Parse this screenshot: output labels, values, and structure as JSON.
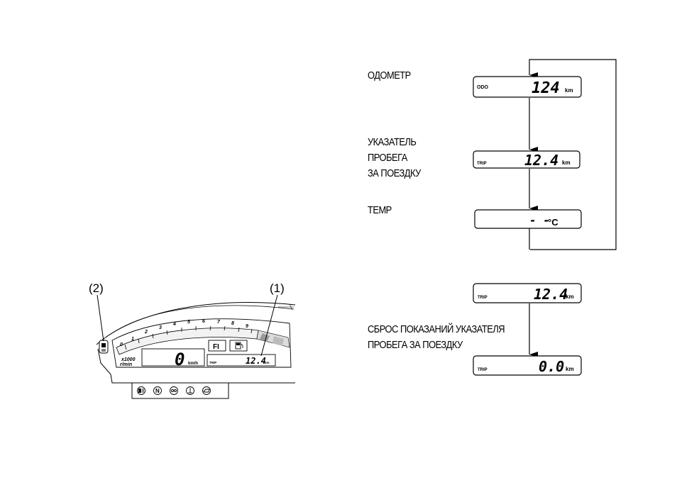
{
  "callouts": {
    "c1": "(1)",
    "c2": "(2)"
  },
  "cluster": {
    "tach_ticks": [
      "0",
      "1",
      "2",
      "3",
      "4",
      "5",
      "6",
      "7",
      "8",
      "9"
    ],
    "x1000": "x1000",
    "rmin": "r/min",
    "speed_value": "0",
    "speed_unit": "km/h",
    "fi": "FI",
    "trip_tag": "TRIP",
    "trip_value": "12.4",
    "trip_unit": "km"
  },
  "cycle": {
    "odometer_label": "ОДОМЕТР",
    "trip_label_lines": [
      "УКАЗАТЕЛЬ",
      "ПРОБЕГА",
      "ЗА ПОЕЗДКУ"
    ],
    "temp_label": "TEMP",
    "odo_tag": "ODO",
    "odo_value": "124",
    "odo_unit": "km",
    "trip_tag": "TRIP",
    "trip_value": "12.4",
    "trip_unit": "km",
    "temp_value": "- -",
    "temp_unit": "°C"
  },
  "reset": {
    "label_lines": [
      "СБРОС ПОКАЗАНИЙ УКАЗАТЕЛЯ",
      "ПРОБЕГА ЗА ПОЕЗДКУ"
    ],
    "before_tag": "TRIP",
    "before_value": "12.4",
    "before_unit": "km",
    "after_tag": "TRIP",
    "after_value": "0.0",
    "after_unit": "km"
  }
}
